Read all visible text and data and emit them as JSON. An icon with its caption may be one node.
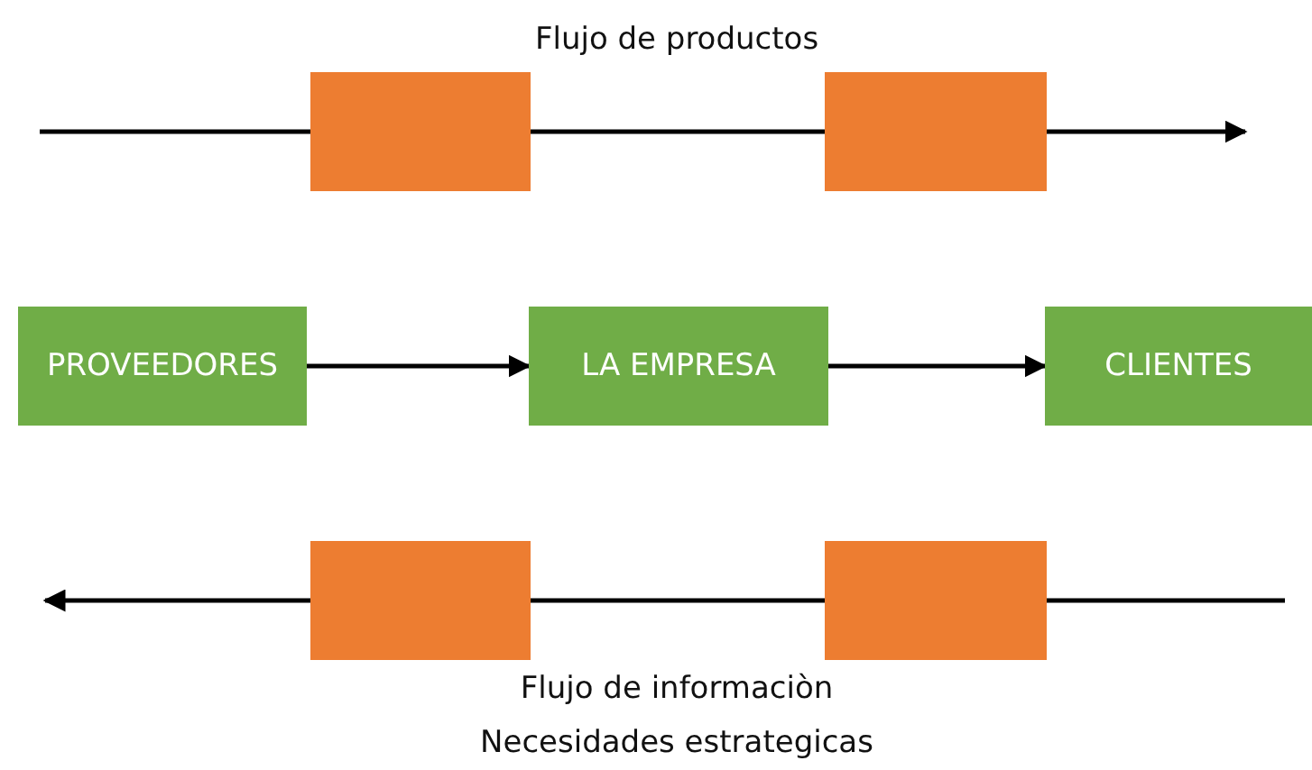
{
  "diagram": {
    "nodes": [
      {
        "text": [],
        "shape": "box"
      },
      {
        "text": [],
        "shape": "box"
      },
      {
        "text": [
          "PROVEEDORES"
        ]
      },
      {
        "text": [
          "LA EMPRESA"
        ]
      },
      {
        "text": [
          "CLIENTES"
        ]
      },
      {
        "text": [],
        "shape": "box"
      },
      {
        "text": [],
        "shape": "box"
      }
    ],
    "edges": [
      {
        "from": null,
        "to": 0,
        "arrow": "none"
      },
      {
        "from": 0,
        "to": 1,
        "arrow": "none"
      },
      {
        "from": 1,
        "to": null,
        "arrow": "to"
      },
      {
        "from": 2,
        "to": 3,
        "arrow": "to"
      },
      {
        "from": 3,
        "to": 4,
        "arrow": "to"
      },
      {
        "from": 6,
        "to": null,
        "arrow": "none"
      },
      {
        "from": 6,
        "to": 5,
        "arrow": "none"
      },
      {
        "from": 5,
        "to": null,
        "arrow": "to"
      }
    ],
    "labels": [
      "Flujo de productos",
      "Flujo de informaciòn",
      "Necesidades estrategicas"
    ]
  }
}
